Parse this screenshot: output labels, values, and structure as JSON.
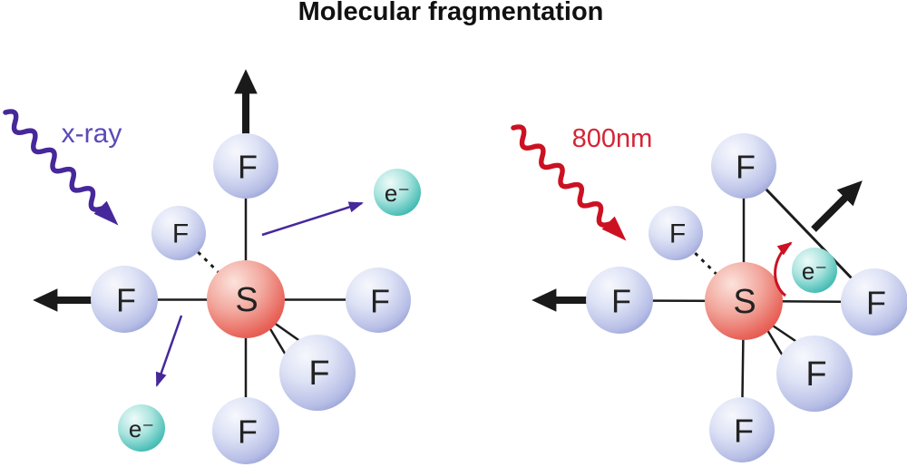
{
  "title": "Molecular fragmentation",
  "atom_labels": {
    "fluorine": "F",
    "sulfur": "S",
    "electron": "e⁻"
  },
  "left_panel": {
    "beam_label": "x-ray",
    "beam_color": "#46289b",
    "beam_text_color": "#5b49b8",
    "fluorine_count": 6,
    "electron_count": 2
  },
  "right_panel": {
    "beam_label": "800nm",
    "beam_color": "#cc1122",
    "beam_text_color": "#d32535",
    "fluorine_count": 6,
    "electron_count": 1
  },
  "colors": {
    "fluorine_sphere_edge": "#9099cf",
    "sulfur_sphere_edge": "#e24a42",
    "electron_sphere_edge": "#2fada5",
    "bond_line": "#1c1c1c",
    "momentum_arrow": "#1a1a1a",
    "title_text": "#111111"
  }
}
